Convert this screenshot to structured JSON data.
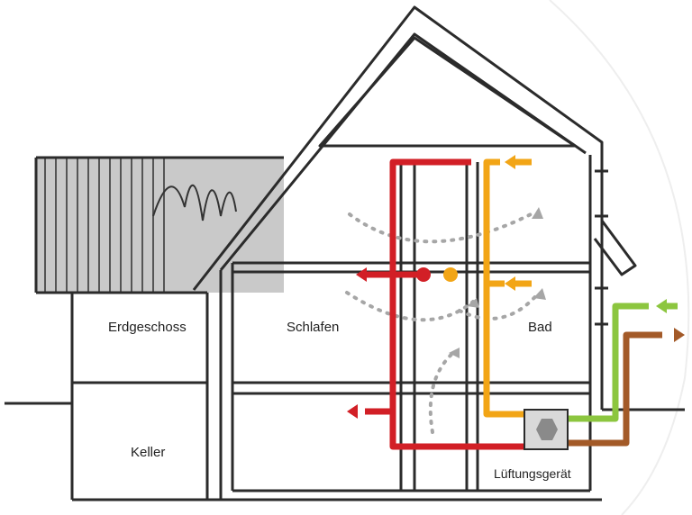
{
  "labels": {
    "erdgeschoss": "Erdgeschoss",
    "keller": "Keller",
    "schlafen": "Schlafen",
    "bad": "Bad",
    "lueftungsgeraet": "Lüftungsgerät"
  },
  "colors": {
    "wall": "#2b2b2b",
    "supply_air": "#d21f26",
    "exhaust_air": "#f2a516",
    "outdoor_air": "#8cc63f",
    "outgoing_air": "#a35a28",
    "air_flow": "#a6a6a6",
    "neighbour_shade": "#c8c8c8",
    "unit_box": "#d9d9d9",
    "unit_core": "#8a8a8a"
  },
  "icons": {
    "heat_exchanger": "hexagon-icon",
    "flow": "arrow-icon"
  }
}
